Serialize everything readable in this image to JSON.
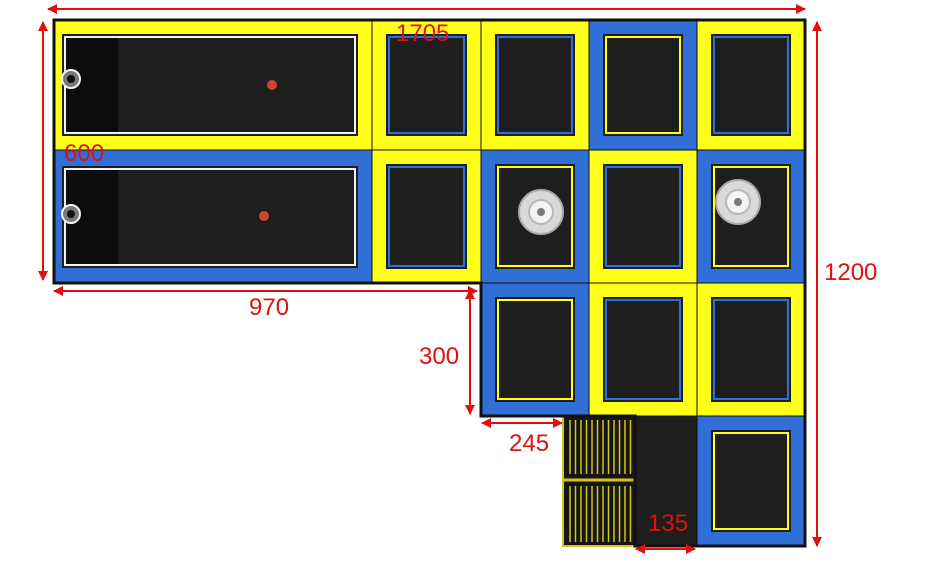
{
  "dimensions": {
    "total_width": "1705",
    "upper_depth": "600",
    "total_depth": "1200",
    "upper_length": "970",
    "step_height": "300",
    "stair_width": "245",
    "gap_width": "135"
  },
  "colors": {
    "black": "#1e1e1e",
    "yellow": "#ffff1a",
    "blue": "#2f6fd6",
    "dimension": "#e01010",
    "white": "#f2f2f2",
    "ring": "#7a7a7a",
    "dot": "#d0442a"
  }
}
